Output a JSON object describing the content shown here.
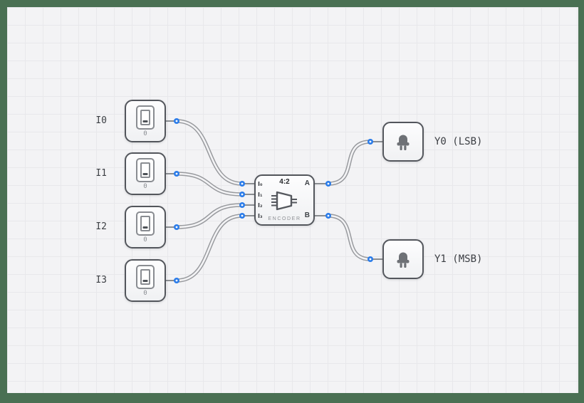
{
  "app": {
    "frame_color": "#4a7053",
    "canvas_bg": "#f3f3f5",
    "grid_color": "#e8e8eb",
    "wire_color": "#97999d",
    "node_color": "#2b7ce9",
    "component_border_color": "#53565c"
  },
  "inputs": [
    {
      "label": "I0",
      "value": "0"
    },
    {
      "label": "I1",
      "value": "0"
    },
    {
      "label": "I2",
      "value": "0"
    },
    {
      "label": "I3",
      "value": "0"
    }
  ],
  "encoder": {
    "title": "4:2",
    "type_label": "ENCODER",
    "input_pins": [
      "I₀",
      "I₁",
      "I₂",
      "I₃"
    ],
    "output_pins": [
      "A",
      "B"
    ]
  },
  "outputs": [
    {
      "label": "Y0 (LSB)"
    },
    {
      "label": "Y1 (MSB)"
    }
  ],
  "connections": [
    {
      "from": "I0",
      "to": "encoder.I₀"
    },
    {
      "from": "I1",
      "to": "encoder.I₁"
    },
    {
      "from": "I2",
      "to": "encoder.I₂"
    },
    {
      "from": "I3",
      "to": "encoder.I₃"
    },
    {
      "from": "encoder.A",
      "to": "Y0 (LSB)"
    },
    {
      "from": "encoder.B",
      "to": "Y1 (MSB)"
    }
  ]
}
